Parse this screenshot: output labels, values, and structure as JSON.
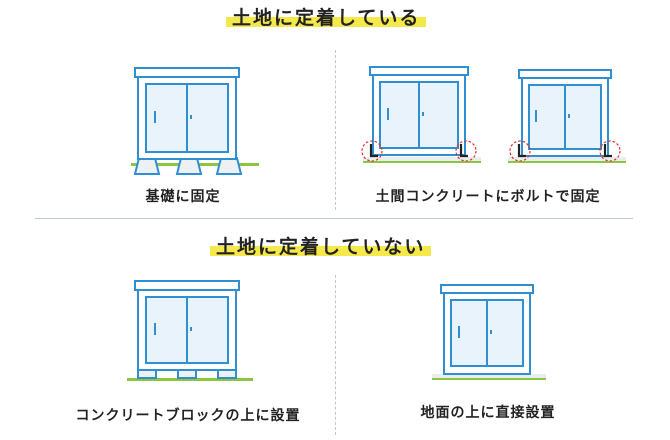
{
  "sections": [
    {
      "heading": "土地に定着している",
      "items": [
        {
          "caption": "基礎に固定"
        },
        {
          "caption": "土間コンクリートにボルトで固定"
        }
      ]
    },
    {
      "heading": "土地に定着していない",
      "items": [
        {
          "caption": "コンクリートブロックの上に設置"
        },
        {
          "caption": "地面の上に直接設置"
        }
      ]
    }
  ],
  "colors": {
    "shed_outline": "#2f8fd0",
    "shed_fill": "#e8f3fb",
    "ground_green": "#8cc63f",
    "base_gray": "#e9edf0",
    "bolt_dashed_circle": "#e03030",
    "highlight_yellow": "#f5e84a",
    "divider": "#bcc8d2"
  }
}
